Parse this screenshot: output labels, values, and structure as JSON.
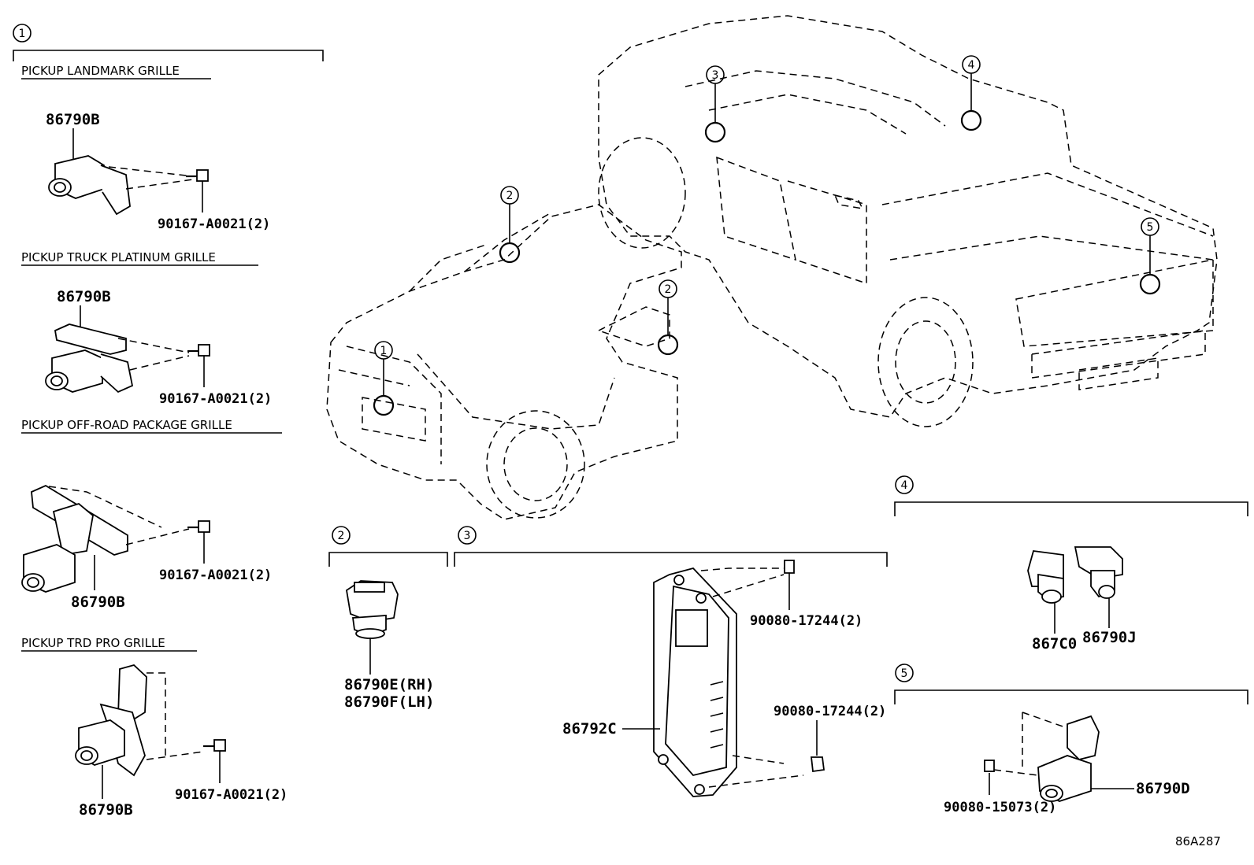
{
  "diagram_code": "86A287",
  "section_1": {
    "callout": "1",
    "variants": [
      {
        "heading": "PICKUP LANDMARK GRILLE",
        "part": "86790B",
        "bolt": "90167-A0021(2)"
      },
      {
        "heading": "PICKUP TRUCK PLATINUM GRILLE",
        "part": "86790B",
        "bolt": "90167-A0021(2)"
      },
      {
        "heading": "PICKUP OFF-ROAD PACKAGE GRILLE",
        "part": "86790B",
        "bolt": "90167-A0021(2)"
      },
      {
        "heading": "PICKUP TRD PRO GRILLE",
        "part": "86790B",
        "bolt": "90167-A0021(2)"
      }
    ]
  },
  "section_2": {
    "callout": "2",
    "part_rh": "86790E(RH)",
    "part_lh": "86790F(LH)"
  },
  "section_3": {
    "callout": "3",
    "part": "86792C",
    "screw_top": "90080-17244(2)",
    "screw_bottom": "90080-17244(2)"
  },
  "section_4": {
    "callout": "4",
    "part_a": "867C0",
    "part_b": "86790J"
  },
  "section_5": {
    "callout": "5",
    "part": "86790D",
    "screw": "90080-15073(2)"
  },
  "vehicle_callouts": [
    "1",
    "2",
    "2",
    "3",
    "4",
    "5"
  ]
}
